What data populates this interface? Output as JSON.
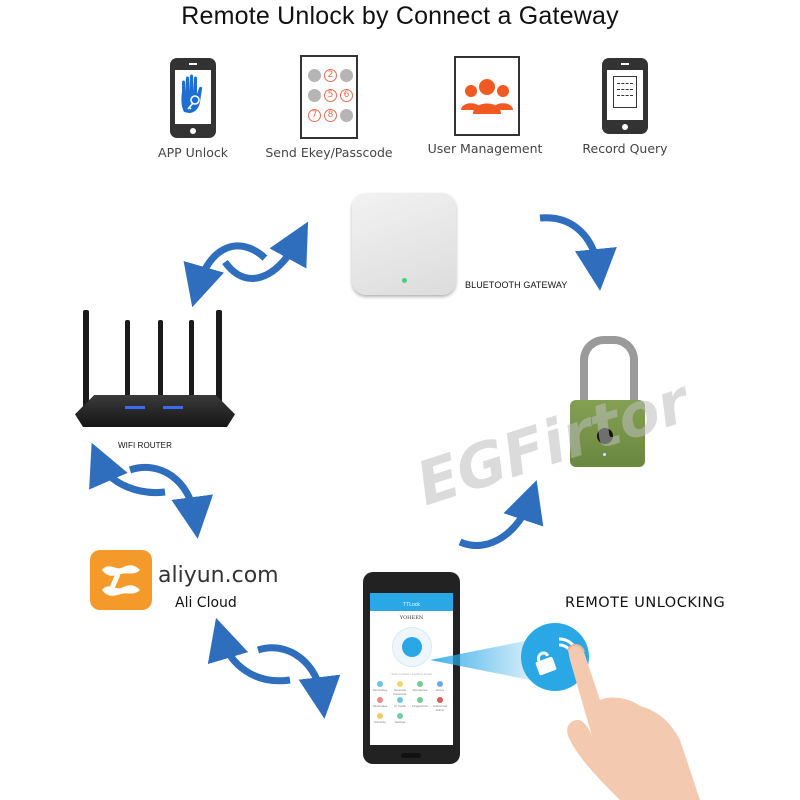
{
  "title": "Remote Unlock by Connect a Gateway",
  "features": [
    {
      "label": "APP Unlock",
      "icon": "phone-hand-key-icon"
    },
    {
      "label": "Send Ekey/Passcode",
      "icon": "keypad-icon",
      "keys": [
        "",
        "2",
        "",
        "",
        "5",
        "6",
        "7",
        "8",
        ""
      ]
    },
    {
      "label": "User Management",
      "icon": "users-group-icon"
    },
    {
      "label": "Record Query",
      "icon": "phone-document-icon"
    }
  ],
  "devices": {
    "gateway": {
      "label": "BLUETOOTH GATEWAY",
      "led_color": "#3fd37a"
    },
    "router": {
      "label": "WIFI ROUTER"
    },
    "cloud": {
      "brand": "aliyun.com",
      "subtitle": "Ali Cloud",
      "color": "#f39a2a"
    },
    "padlock": {
      "color": "#76934a"
    },
    "phone_app": {
      "app_title": "TTLock",
      "lock_name": "YOHEEN",
      "hint": "Touch to Unlock, Long Press to Lock",
      "menu": [
        "Send eKey",
        "Generate Passcode",
        "Attendance",
        "eKeys",
        "Passcodes",
        "IC Cards",
        "Fingerprints",
        "Authorized Admin",
        "Records",
        "Settings"
      ]
    }
  },
  "remote": {
    "label": "REMOTE UNLOCKING",
    "button_color": "#2aa8e6"
  },
  "watermark": "EGFirtor",
  "colors": {
    "arrow": "#2f6dbd",
    "accent_blue": "#29a8e8",
    "orange": "#f05a22"
  }
}
